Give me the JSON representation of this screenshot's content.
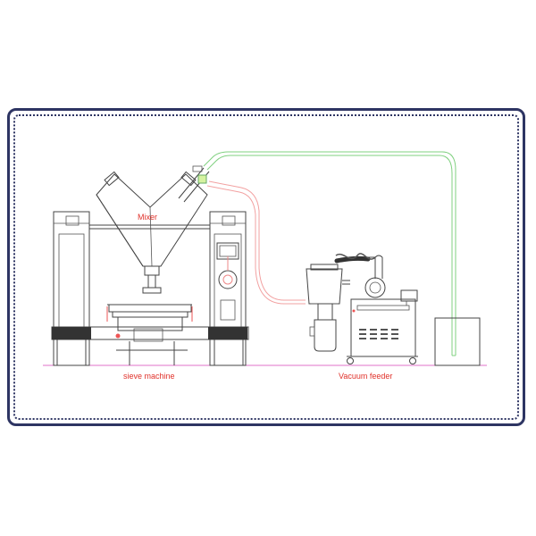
{
  "labels": {
    "mixer": "Mixer",
    "sieve": "sieve machine",
    "vacuum": "Vacuum feeder"
  },
  "colors": {
    "frame": "#2e3563",
    "label_text": "#e0312a",
    "pipe_green": "#7fd07f",
    "pipe_red": "#f2a0a0",
    "floor_line": "#e070c8",
    "line_art": "#444444"
  },
  "icons": {
    "mixer": "v-shaped-mixer",
    "sieve": "vibrating-sieve",
    "vacuum": "vacuum-feeder-unit",
    "hopper": "storage-bin"
  }
}
